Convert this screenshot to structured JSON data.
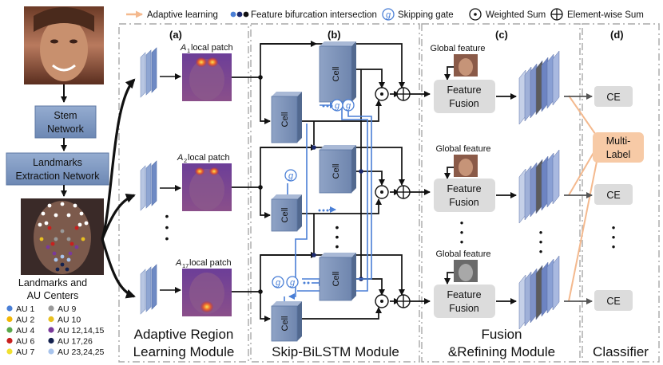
{
  "legend": {
    "adaptive_learning": "Adaptive learning",
    "feature_bifurcation": "Feature bifurcation intersection",
    "skipping_gate": "Skipping gate",
    "weighted_sum": "Weighted Sum",
    "element_wise_sum": "Element-wise Sum",
    "gate_symbol": "g",
    "colors": {
      "adaptive": "#f4b98e",
      "blue": "#4a7fd6",
      "navy": "#1c2a6e"
    }
  },
  "panels": {
    "a": {
      "label": "(a)",
      "title_line1": "Adaptive Region",
      "title_line2": "Learning Module"
    },
    "b": {
      "label": "(b)",
      "title": "Skip-BiLSTM Module"
    },
    "c": {
      "label": "(c)",
      "title_line1": "Fusion",
      "title_line2": "&Refining Module"
    },
    "d": {
      "label": "(d)",
      "title": "Classifier"
    }
  },
  "left_column": {
    "stem_network": [
      "Stem",
      "Network"
    ],
    "landmarks_network": [
      "Landmarks",
      "Extraction Network"
    ],
    "landmarks_caption": [
      "Landmarks and",
      "AU Centers"
    ]
  },
  "au_legend": [
    {
      "label": "AU 1",
      "color": "#4a7fd6"
    },
    {
      "label": "AU 9",
      "color": "#9a9a9a"
    },
    {
      "label": "AU 2",
      "color": "#f2b705"
    },
    {
      "label": "AU 10",
      "color": "#e8c020"
    },
    {
      "label": "AU 4",
      "color": "#5aa84a"
    },
    {
      "label": "AU 12,14,15",
      "color": "#7a3a9a"
    },
    {
      "label": "AU 6",
      "color": "#c8201e"
    },
    {
      "label": "AU 17,26",
      "color": "#14224f"
    },
    {
      "label": "AU 7",
      "color": "#f0e030"
    },
    {
      "label": "AU 23,24,25",
      "color": "#a8c4ec"
    }
  ],
  "patches": {
    "p1": {
      "prefix": "A",
      "sub": "1",
      "suffix": " local patch"
    },
    "p2": {
      "prefix": "A",
      "sub": "2",
      "suffix": " local patch"
    },
    "p3": {
      "prefix": "A",
      "sub": "17",
      "suffix": " local patch"
    }
  },
  "cells": {
    "label": "Cell"
  },
  "fusion": {
    "global_feature": "Global feature",
    "feature_fusion": [
      "Feature",
      "Fusion"
    ]
  },
  "classifier": {
    "ce": "CE",
    "multi_label": [
      "Multi-",
      "Label"
    ]
  },
  "dots": "•\n•\n•"
}
